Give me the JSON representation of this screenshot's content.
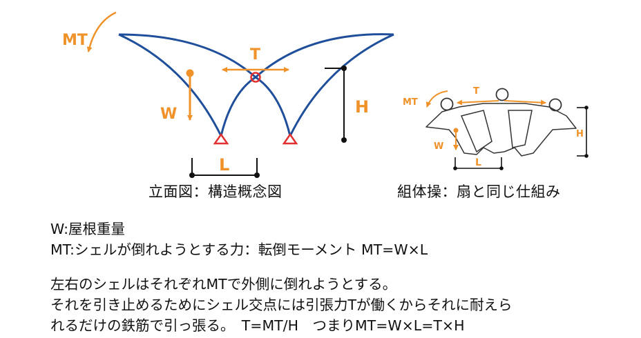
{
  "diagram": {
    "main": {
      "mt_label": "MT",
      "t_label": "T",
      "w_label": "W",
      "h_label": "H",
      "l_label": "L",
      "caption": "立面図：構造概念図"
    },
    "small": {
      "mt_label": "MT",
      "t_label": "T",
      "w_label": "W",
      "h_label": "H",
      "l_label": "L",
      "caption": "組体操：扇と同じ仕組み"
    }
  },
  "text": {
    "line1": "W:屋根重量",
    "line2": "MT:シェルが倒れようとする力：転倒モーメント MT=W×L",
    "line3": "左右のシェルはそれぞれMTで外側に倒れようとする。",
    "line4": "それを引き止めるためにシェル交点には引張力Tが働くからそれに耐えら",
    "line5": "れるだけの鉄筋で引っ張る。　T=MT/H　つまりMT=W×L=T×H"
  },
  "colors": {
    "shell": "#1f4e9a",
    "accent": "#f0922a",
    "support": "#e03030",
    "dimension": "#111111",
    "text": "#111111"
  }
}
